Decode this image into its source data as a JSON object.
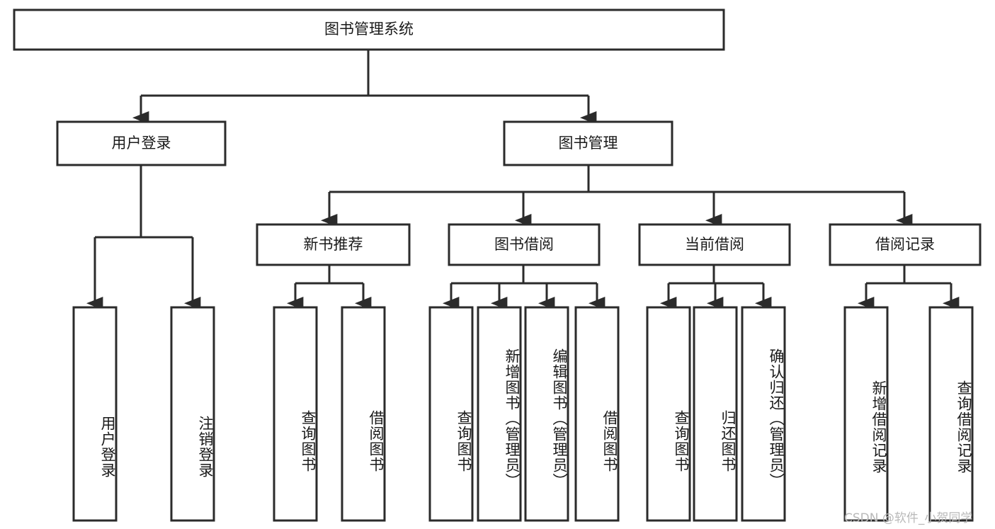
{
  "diagram": {
    "title_node": {
      "label": "图书管理系统"
    },
    "level2": [
      {
        "id": "user-login",
        "label": "用户登录"
      },
      {
        "id": "book-management",
        "label": "图书管理"
      }
    ],
    "level3": [
      {
        "id": "new-book-recommend",
        "label": "新书推荐"
      },
      {
        "id": "book-borrow",
        "label": "图书借阅"
      },
      {
        "id": "current-borrow",
        "label": "当前借阅"
      },
      {
        "id": "borrow-record",
        "label": "借阅记录"
      }
    ],
    "leaves": {
      "user_login": [
        {
          "id": "leaf-user-login",
          "label": "用户登录"
        },
        {
          "id": "leaf-logout-login",
          "label": "注销登录"
        }
      ],
      "new_book_recommend": [
        {
          "id": "leaf-query-book-1",
          "label": "查询图书"
        },
        {
          "id": "leaf-borrow-book-1",
          "label": "借阅图书"
        }
      ],
      "book_borrow": [
        {
          "id": "leaf-query-book-2",
          "label": "查询图书"
        },
        {
          "id": "leaf-add-book",
          "label": "新增图书（管理员）"
        },
        {
          "id": "leaf-edit-book",
          "label": "编辑图书（管理员）"
        },
        {
          "id": "leaf-borrow-book-2",
          "label": "借阅图书"
        }
      ],
      "current_borrow": [
        {
          "id": "leaf-query-book-3",
          "label": "查询图书"
        },
        {
          "id": "leaf-return-book",
          "label": "归还图书"
        },
        {
          "id": "leaf-confirm-return",
          "label": "确认归还（管理员）"
        }
      ],
      "borrow_record": [
        {
          "id": "leaf-add-record",
          "label": "新增借阅记录"
        },
        {
          "id": "leaf-query-record",
          "label": "查询借阅记录"
        }
      ]
    }
  },
  "watermark": {
    "text": "CSDN @软件_小贺同学"
  },
  "colors": {
    "stroke": "#2b2b2b",
    "fill": "#ffffff",
    "text": "#1a1a1a",
    "watermark": "#b9b9b9",
    "background": "#ffffff"
  }
}
